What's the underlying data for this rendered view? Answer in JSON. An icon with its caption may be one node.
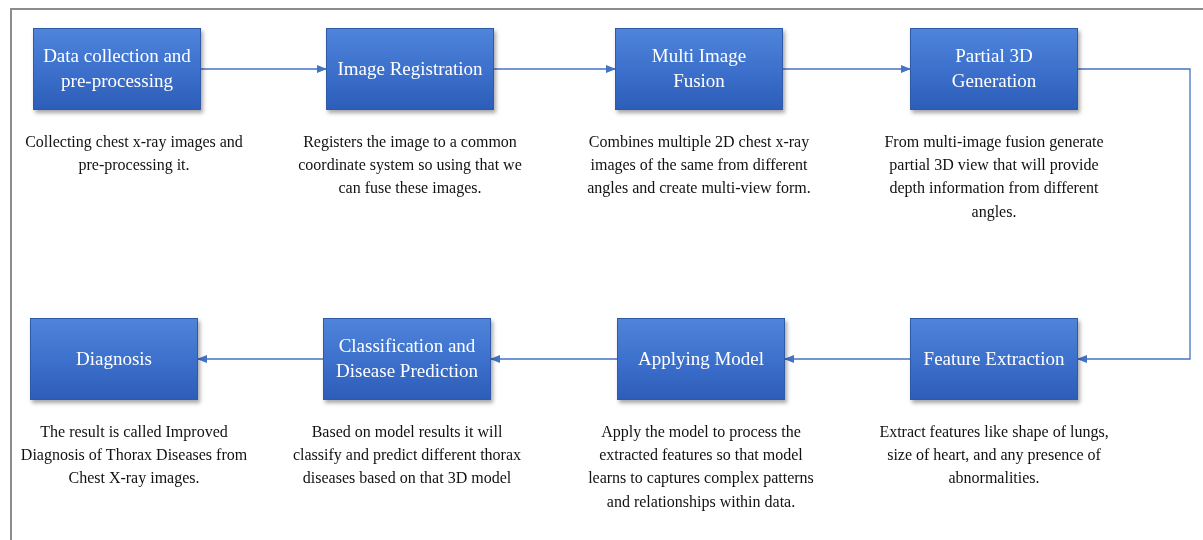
{
  "diagram": {
    "nodes": [
      {
        "text": [
          "Data collection and pre-processing"
        ],
        "beside": [
          "Collecting chest x-ray images and pre-processing it."
        ]
      },
      {
        "text": [
          "Image Registration"
        ],
        "beside": [
          "Registers the image to a common coordinate system so using that we can fuse these images."
        ]
      },
      {
        "text": [
          "Multi Image Fusion"
        ],
        "beside": [
          "Combines multiple 2D chest x-ray images of the same from different angles and create multi-view form."
        ]
      },
      {
        "text": [
          "Partial 3D Generation"
        ],
        "beside": [
          "From multi-image fusion generate partial 3D view that will provide depth information from different angles."
        ]
      },
      {
        "text": [
          "Feature Extraction"
        ],
        "beside": [
          "Extract features like shape of lungs, size of heart, and any presence of abnormalities."
        ]
      },
      {
        "text": [
          "Applying Model"
        ],
        "beside": [
          "Apply the model to process the extracted features so that model learns to captures complex patterns and relationships within data."
        ]
      },
      {
        "text": [
          "Classification and Disease Prediction"
        ],
        "beside": [
          "Based on model results it will classify and predict different thorax diseases based on that 3D model"
        ]
      },
      {
        "text": [
          "Diagnosis"
        ],
        "beside": [
          "The result is called Improved Diagnosis of Thorax Diseases from Chest X-ray images."
        ]
      }
    ],
    "edges": [
      {
        "from": 0,
        "to": 1,
        "arrow": "to"
      },
      {
        "from": 1,
        "to": 2,
        "arrow": "to"
      },
      {
        "from": 2,
        "to": 3,
        "arrow": "to"
      },
      {
        "from": 3,
        "to": 4,
        "arrow": "to"
      },
      {
        "from": 4,
        "to": 5,
        "arrow": "to"
      },
      {
        "from": 5,
        "to": 6,
        "arrow": "to"
      },
      {
        "from": 6,
        "to": 7,
        "arrow": "to"
      }
    ]
  }
}
